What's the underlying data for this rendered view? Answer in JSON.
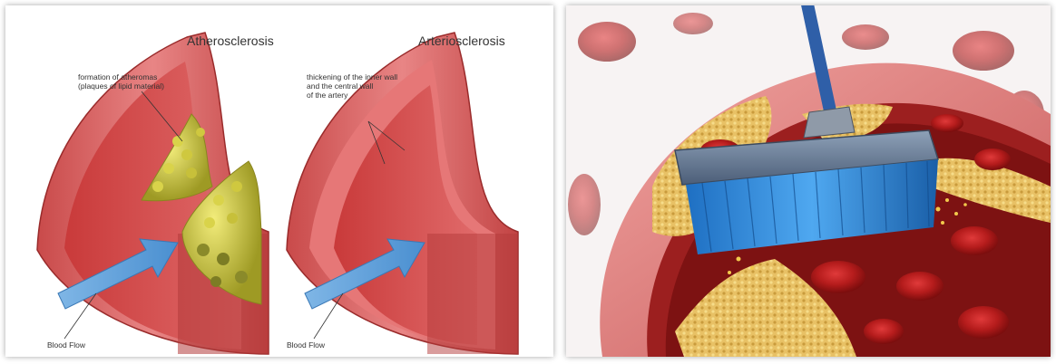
{
  "left_panel": {
    "diagrams": [
      {
        "title": "Atherosclerosis",
        "annotation_lines": [
          "formation of atheromas",
          "(plaques of lipid material)"
        ],
        "flow_label": "Blood Flow"
      },
      {
        "title": "Arteriosclerosis",
        "annotation_lines": [
          "thickening of the inner wall",
          "and the central wall",
          "of the artery"
        ],
        "flow_label": "Blood Flow"
      }
    ]
  },
  "right_panel": {
    "icons": [
      "broom-icon",
      "artery-icon",
      "red-blood-cell-icon",
      "plaque-icon"
    ]
  }
}
